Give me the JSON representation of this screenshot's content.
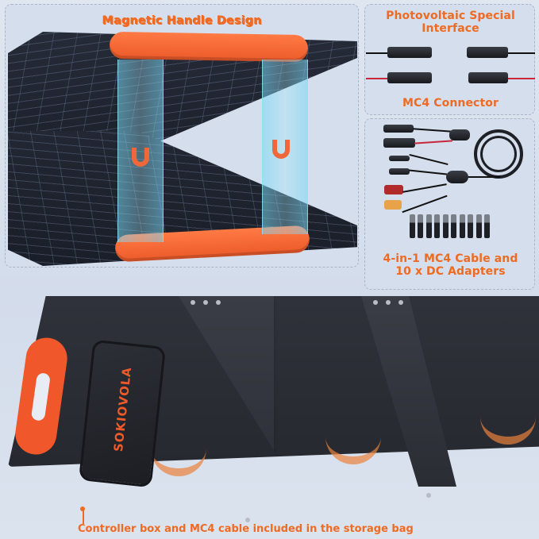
{
  "sections": {
    "magnetic": {
      "title": "Magnetic Handle Design"
    },
    "pv_interface": {
      "title_line1": "Photovoltaic Special",
      "title_line2": "Interface",
      "caption": "MC4 Connector"
    },
    "cable": {
      "title_line1": "4-in-1 MC4 Cable and",
      "title_line2": "10 x DC Adapters",
      "adapter_count": 10
    }
  },
  "product": {
    "brand": "SOKIOVOLA"
  },
  "bottom_caption": "Controller box and MC4 cable included in the storage bag",
  "colors": {
    "accent_orange": "#ef6a22",
    "background": "#d4deec",
    "panel_dark": "#26292f",
    "beam_blue": "#78d7f5"
  },
  "icons": {
    "magnet": "magnet-icon",
    "connector": "mc4-connector-icon"
  }
}
